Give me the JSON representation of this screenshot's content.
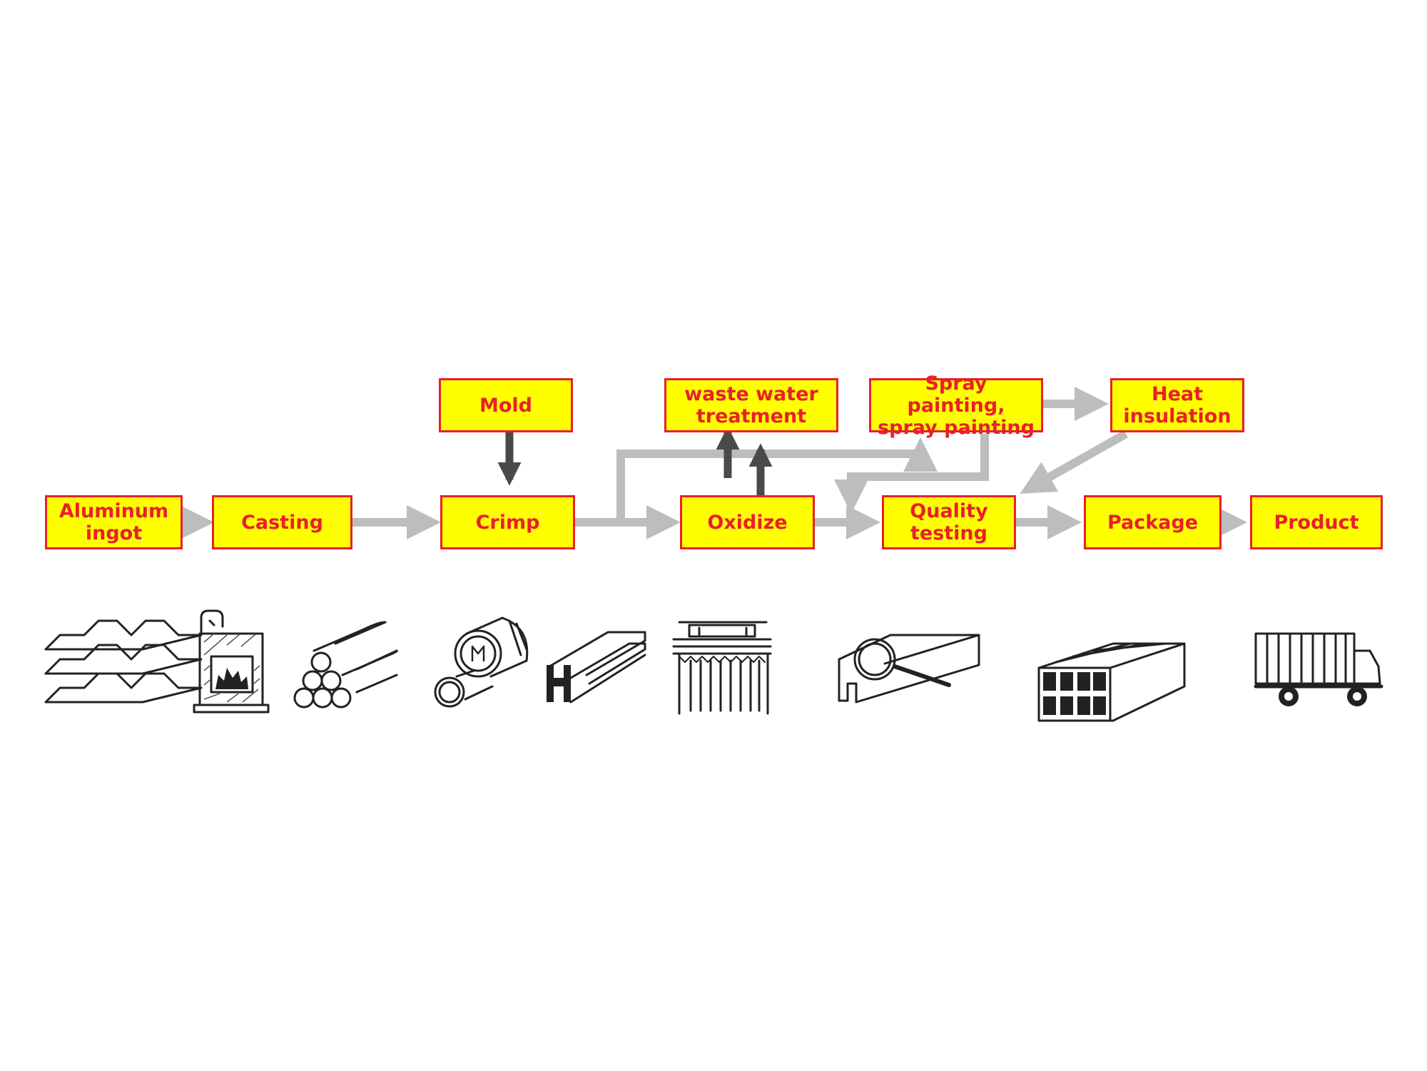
{
  "colors": {
    "box_fill": "#ffff00",
    "box_border": "#e8202a",
    "box_text": "#e8202a",
    "flow_arrow": "#bdbdbd",
    "feed_arrow": "#4a4a4a",
    "icon_stroke": "#222222"
  },
  "steps": [
    {
      "id": "aluminum_ingot",
      "label": "Aluminum\ningot"
    },
    {
      "id": "casting",
      "label": "Casting"
    },
    {
      "id": "crimp",
      "label": "Crimp"
    },
    {
      "id": "mold",
      "label": "Mold"
    },
    {
      "id": "oxidize",
      "label": "Oxidize"
    },
    {
      "id": "waste_water_treatment",
      "label": "waste water\ntreatment"
    },
    {
      "id": "spray_painting",
      "label": "Spray painting,\nspray painting"
    },
    {
      "id": "heat_insulation",
      "label": "Heat\ninsulation"
    },
    {
      "id": "quality_testing",
      "label": "Quality\ntesting"
    },
    {
      "id": "package",
      "label": "Package"
    },
    {
      "id": "product",
      "label": "Product"
    }
  ],
  "illustrations": [
    {
      "icon": "stacked-ingots-icon"
    },
    {
      "icon": "furnace-icon"
    },
    {
      "icon": "billet-stack-icon"
    },
    {
      "icon": "extrusion-die-icon"
    },
    {
      "icon": "extruded-profile-icon"
    },
    {
      "icon": "anodizing-tank-icon"
    },
    {
      "icon": "profile-inspection-icon"
    },
    {
      "icon": "bundled-tubes-icon"
    },
    {
      "icon": "delivery-truck-icon"
    }
  ]
}
